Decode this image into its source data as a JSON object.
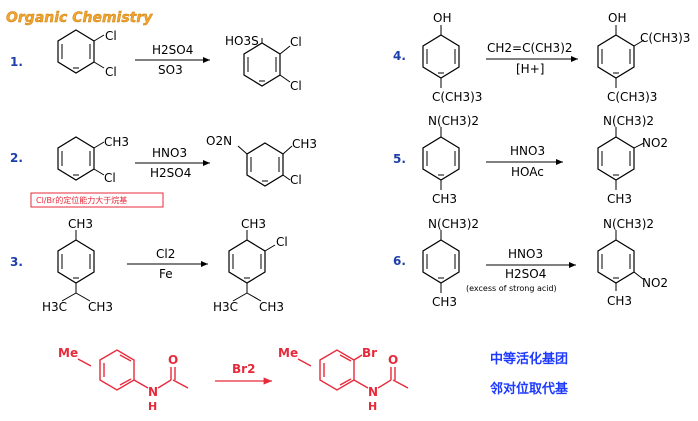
{
  "title": "Organic Chemistry",
  "reactions": [
    {
      "number": "1.",
      "reagent_top": "H2SO4",
      "reagent_bottom": "SO3",
      "reactant_subs": [
        "Cl",
        "Cl"
      ],
      "product_subs": [
        "HO3S",
        "Cl",
        "Cl"
      ]
    },
    {
      "number": "2.",
      "reagent_top": "HNO3",
      "reagent_bottom": "H2SO4",
      "reactant_subs": [
        "CH3",
        "Cl"
      ],
      "product_subs": [
        "O2N",
        "CH3",
        "Cl"
      ],
      "note": "Cl/Br的定位能力大于烷基"
    },
    {
      "number": "3.",
      "reagent_top": "Cl2",
      "reagent_bottom": "Fe",
      "reactant_subs": [
        "CH3",
        "H3C",
        "CH3"
      ],
      "product_subs": [
        "CH3",
        "Cl",
        "H3C",
        "CH3"
      ]
    },
    {
      "number": "4.",
      "reagent_top": "CH2=C(CH3)2",
      "reagent_bottom": "[H+]",
      "reactant_subs": [
        "OH",
        "C(CH3)3"
      ],
      "product_subs": [
        "OH",
        "C(CH3)3",
        "C(CH3)3"
      ]
    },
    {
      "number": "5.",
      "reagent_top": "HNO3",
      "reagent_bottom": "HOAc",
      "reactant_subs": [
        "N(CH3)2",
        "CH3"
      ],
      "product_subs": [
        "N(CH3)2",
        "NO2",
        "CH3"
      ]
    },
    {
      "number": "6.",
      "reagent_top": "HNO3",
      "reagent_bottom": "H2SO4",
      "reagent_note": "(excess of strong acid)",
      "reactant_subs": [
        "N(CH3)2",
        "CH3"
      ],
      "product_subs": [
        "N(CH3)2",
        "NO2",
        "CH3"
      ]
    }
  ],
  "bottom_reaction": {
    "reagent": "Br2",
    "reactant_labels": [
      "Me",
      "O",
      "N",
      "H"
    ],
    "product_labels": [
      "Me",
      "Br",
      "O",
      "N",
      "H"
    ]
  },
  "caption_lines": [
    "中等活化基团",
    "邻对位取代基"
  ],
  "colors": {
    "title": "#f2a42a",
    "number": "#1d3faa",
    "red": "#e8293a",
    "caption": "#1f3aff",
    "note_border": "#e8293a"
  }
}
